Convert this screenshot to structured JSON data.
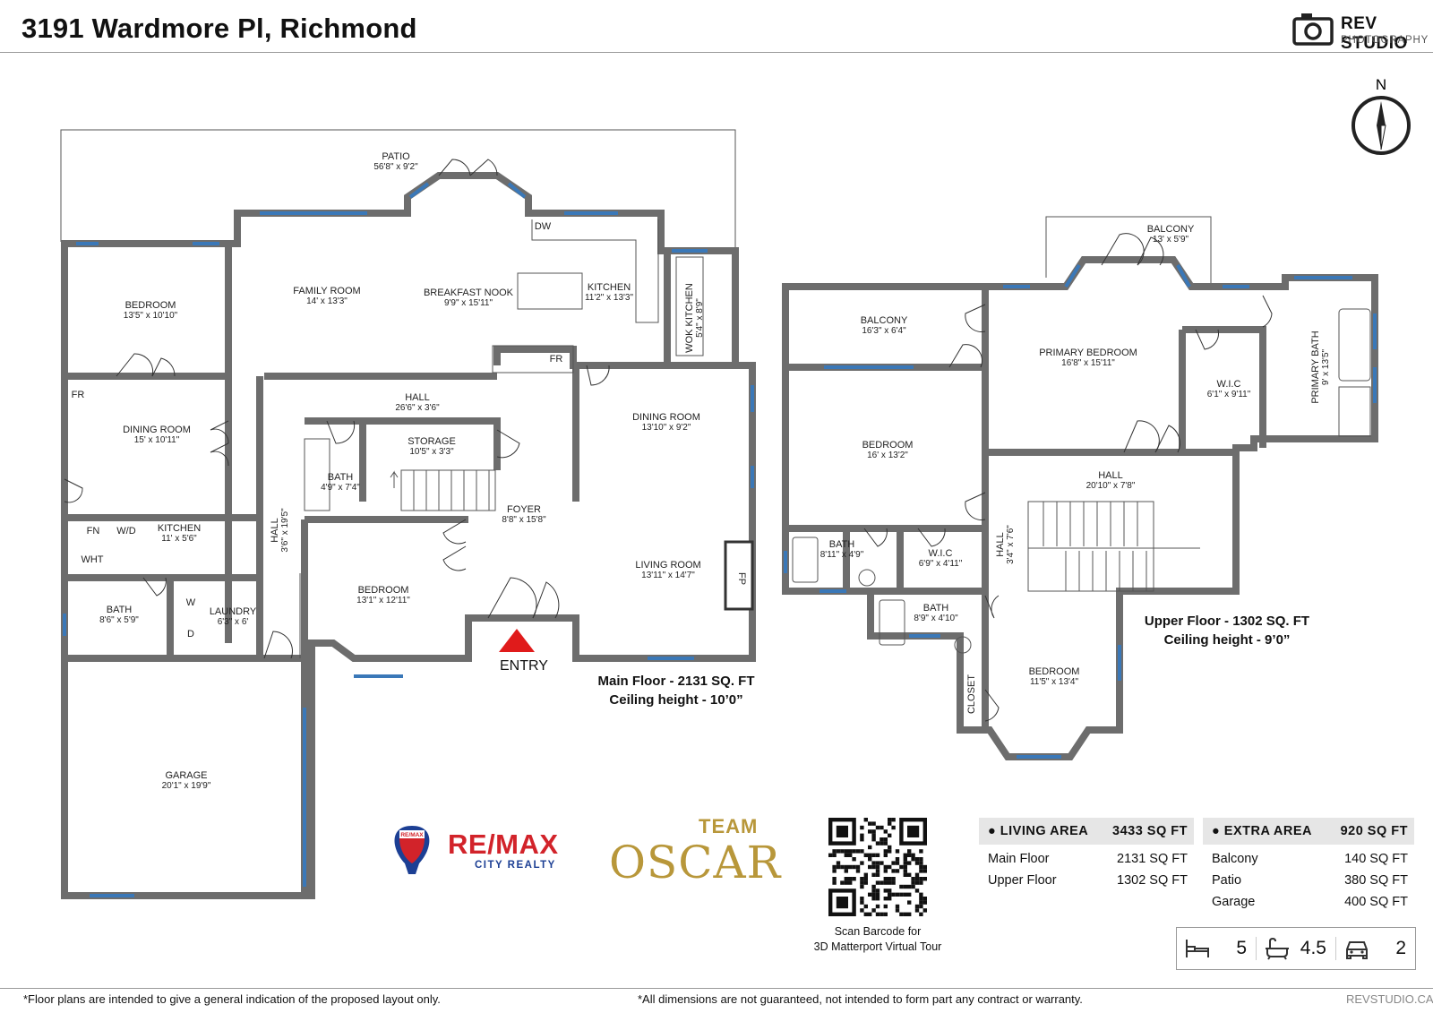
{
  "header": {
    "title": "3191 Wardmore Pl, Richmond"
  },
  "brand": {
    "name": "REV STUDIO",
    "sub": "PHOTOGRAPHY"
  },
  "compass": {
    "label": "N"
  },
  "main_floor": {
    "caption_area": "Main Floor - 2131 SQ. FT",
    "caption_ceiling": "Ceiling height - 10’0”",
    "entry_label": "ENTRY",
    "rooms": [
      {
        "name": "PATIO",
        "dims": "56'8\" x 9'2\""
      },
      {
        "name": "BEDROOM",
        "dims": "13'5\" x 10'10\""
      },
      {
        "name": "FAMILY ROOM",
        "dims": "14' x 13'3\""
      },
      {
        "name": "BREAKFAST NOOK",
        "dims": "9'9\" x 15'11\""
      },
      {
        "name": "KITCHEN",
        "dims": "11'2\" x 13'3\""
      },
      {
        "name": "WOK KITCHEN",
        "dims": "5'4\" x 8'9\""
      },
      {
        "name": "HALL",
        "dims": "26'6\" x 3'6\""
      },
      {
        "name": "DINING ROOM",
        "dims": "15' x 10'11\""
      },
      {
        "name": "STORAGE",
        "dims": "10'5\" x 3'3\""
      },
      {
        "name": "BATH",
        "dims": "4'9\" x 7'4\""
      },
      {
        "name": "DINING ROOM",
        "dims": "13'10\" x 9'2\""
      },
      {
        "name": "FOYER",
        "dims": "8'8\" x 15'8\""
      },
      {
        "name": "KITCHEN",
        "dims": "11' x 5'6\""
      },
      {
        "name": "HALL",
        "dims": "3'6\" x 19'5\""
      },
      {
        "name": "LIVING ROOM",
        "dims": "13'11\" x 14'7\""
      },
      {
        "name": "BEDROOM",
        "dims": "13'1\" x 12'11\""
      },
      {
        "name": "BATH",
        "dims": "8'6\" x 5'9\""
      },
      {
        "name": "LAUNDRY",
        "dims": "6'3\" x 6'"
      },
      {
        "name": "GARAGE",
        "dims": "20'1\" x 19'9\""
      }
    ],
    "fixtures": [
      "DW",
      "FR",
      "FR",
      "FN",
      "W/D",
      "WHT",
      "W",
      "D",
      "FP"
    ]
  },
  "upper_floor": {
    "caption_area": "Upper Floor - 1302 SQ. FT",
    "caption_ceiling": "Ceiling height - 9’0”",
    "rooms": [
      {
        "name": "BALCONY",
        "dims": "13' x 5'9\""
      },
      {
        "name": "BALCONY",
        "dims": "16'3\" x 6'4\""
      },
      {
        "name": "PRIMARY BEDROOM",
        "dims": "16'8\" x 15'11\""
      },
      {
        "name": "W.I.C",
        "dims": "6'1\" x 9'11\""
      },
      {
        "name": "PRIMARY BATH",
        "dims": "9' x 13'5\""
      },
      {
        "name": "BEDROOM",
        "dims": "16' x 13'2\""
      },
      {
        "name": "HALL",
        "dims": "20'10\" x 7'8\""
      },
      {
        "name": "BATH",
        "dims": "8'11\" x 4'9\""
      },
      {
        "name": "W.I.C",
        "dims": "6'9\" x 4'11\""
      },
      {
        "name": "HALL",
        "dims": "3'4\" x 7'6\""
      },
      {
        "name": "BATH",
        "dims": "8'9\" x 4'10\""
      },
      {
        "name": "BEDROOM",
        "dims": "11'5\" x 13'4\""
      },
      {
        "name": "CLOSET",
        "dims": ""
      }
    ]
  },
  "logos": {
    "remax": "RE/MAX",
    "remax_sub": "CITY REALTY",
    "remax_balloon": "RE/MAX",
    "team": "TEAM",
    "oscar": "OSCAR"
  },
  "qr": {
    "caption_line1": "Scan Barcode for",
    "caption_line2": "3D Matterport Virtual Tour"
  },
  "living_area": {
    "title": "LIVING AREA",
    "total": "3433 SQ FT",
    "rows": [
      {
        "label": "Main Floor",
        "value": "2131 SQ FT"
      },
      {
        "label": "Upper Floor",
        "value": "1302 SQ FT"
      }
    ]
  },
  "extra_area": {
    "title": "EXTRA AREA",
    "total": "920 SQ FT",
    "rows": [
      {
        "label": "Balcony",
        "value": "140 SQ FT"
      },
      {
        "label": "Patio",
        "value": "380 SQ FT"
      },
      {
        "label": "Garage",
        "value": "400 SQ FT"
      }
    ]
  },
  "stats": {
    "bedrooms": "5",
    "bathrooms": "4.5",
    "garage": "2",
    "icons": [
      "bed-icon",
      "bathtub-icon",
      "car-icon"
    ]
  },
  "footer": {
    "left": "*Floor plans are intended to give a general indication of the proposed layout only.",
    "center": "*All dimensions are not guaranteed, not intended to form part any contract or warranty.",
    "right": "REVSTUDIO.CA"
  },
  "colors": {
    "wall": "#6d6d6d",
    "window": "#3a78b8",
    "entry_arrow": "#e01b1b",
    "header_rule": "#9a9a9a",
    "area_header_bg": "#e6e6e6",
    "remax_red": "#d2232a",
    "remax_blue": "#1c3f94",
    "oscar_gold": "#b8973a"
  }
}
